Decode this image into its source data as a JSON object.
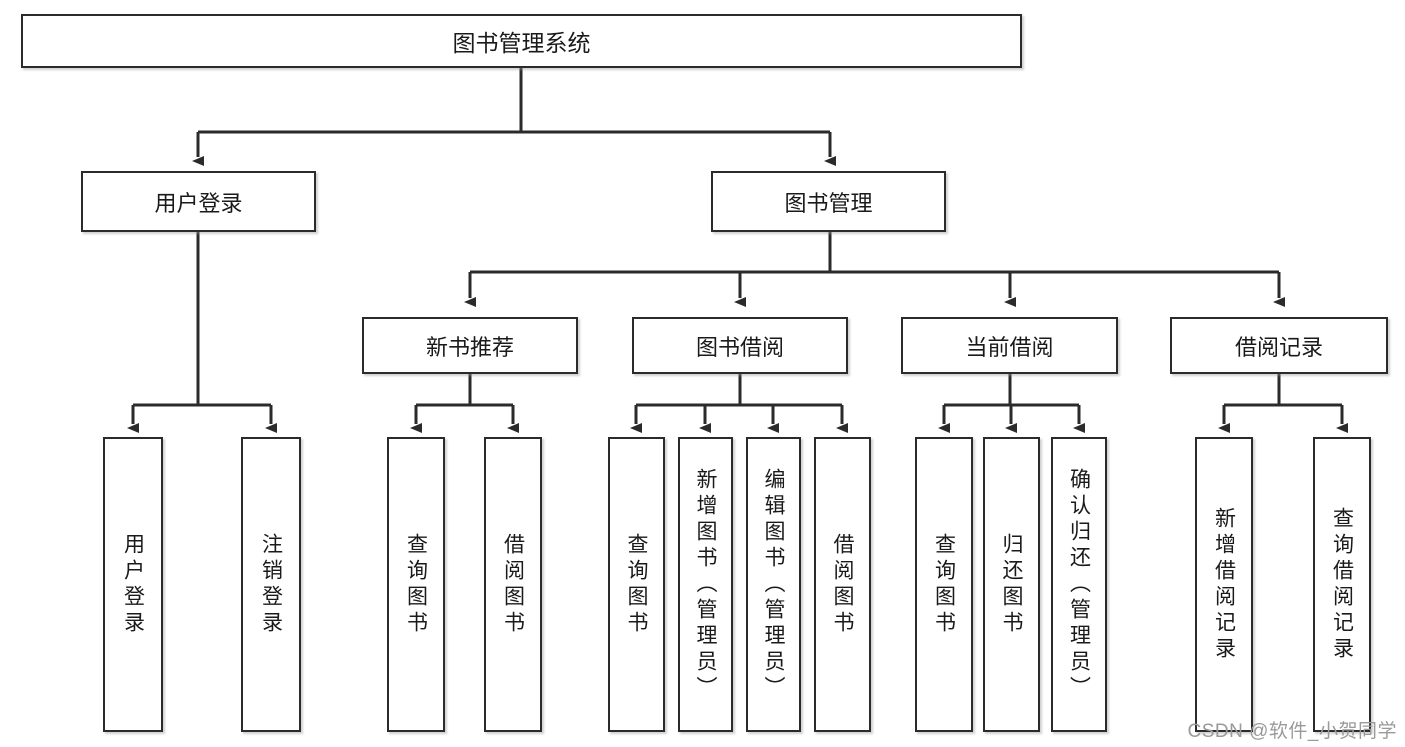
{
  "diagram": {
    "title": "图书管理系统",
    "type": "hierarchy-tree",
    "root": {
      "label": "图书管理系统"
    },
    "level2": [
      {
        "label": "用户登录"
      },
      {
        "label": "图书管理"
      }
    ],
    "level3": [
      {
        "label": "新书推荐"
      },
      {
        "label": "图书借阅"
      },
      {
        "label": "当前借阅"
      },
      {
        "label": "借阅记录"
      }
    ],
    "leaves": {
      "user_login": [
        {
          "label": "用户登录"
        },
        {
          "label": "注销登录"
        }
      ],
      "new_book_recommend": [
        {
          "label": "查询图书"
        },
        {
          "label": "借阅图书"
        }
      ],
      "book_borrow": [
        {
          "label": "查询图书"
        },
        {
          "label": "新增图书（管理员）"
        },
        {
          "label": "编辑图书（管理员）"
        },
        {
          "label": "借阅图书"
        }
      ],
      "current_borrow": [
        {
          "label": "查询图书"
        },
        {
          "label": "归还图书"
        },
        {
          "label": "确认归还（管理员）"
        }
      ],
      "borrow_records": [
        {
          "label": "新增借阅记录"
        },
        {
          "label": "查询借阅记录"
        }
      ]
    }
  },
  "watermark": {
    "text": "CSDN @软件_小贺同学"
  },
  "colors": {
    "border": "#2b2b2b",
    "text": "#1a1a1a",
    "background": "#ffffff",
    "watermark": "#9a9a9a"
  }
}
